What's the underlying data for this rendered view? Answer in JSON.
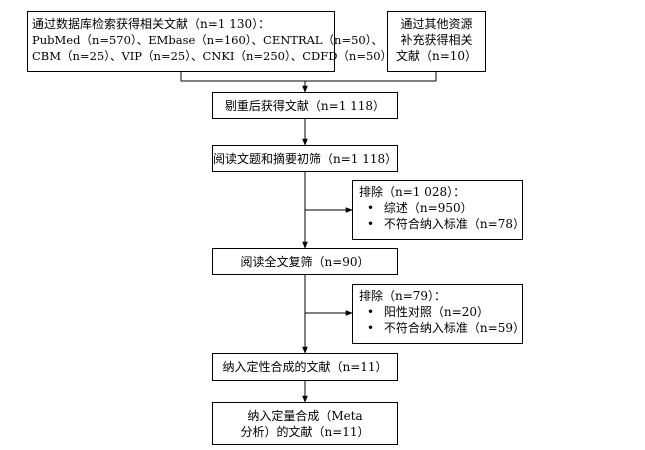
{
  "boxes": {
    "db_search": {
      "lines": [
        "通过数据库检索获得相关文献（n=1 130）：",
        "PubMed（n=570）、EMbase（n=160）、CENTRAL（n=50）、",
        "CBM（n=25）、VIP（n=25）、CNKI（n=250）、CDFD（n=50）"
      ]
    },
    "other_sources": {
      "lines": [
        "通过其他资源",
        "补充获得相关",
        "文献（n=10）"
      ]
    },
    "dedup": {
      "text": "剔重后获得文献（n=1 118）"
    },
    "title_abstract": {
      "text": "阅读文题和摘要初筛（n=1 118）"
    },
    "exclude1": {
      "title": "排除（n=1 028）：",
      "items": [
        "综述（n=950）",
        "不符合纳入标准（n=78）"
      ]
    },
    "fulltext": {
      "text": "阅读全文复筛（n=90）"
    },
    "exclude2": {
      "title": "排除（n=79）：",
      "items": [
        "阳性对照（n=20）",
        "不符合纳入标准（n=59）"
      ]
    },
    "qualitative": {
      "text": "纳入定性合成的文献（n=11）"
    },
    "quantitative": {
      "lines": [
        "纳入定量合成（Meta",
        "分析）的文献（n=11）"
      ]
    }
  },
  "bullet_symbol": "•",
  "colors": {
    "stroke": "#000000",
    "background": "#ffffff"
  }
}
